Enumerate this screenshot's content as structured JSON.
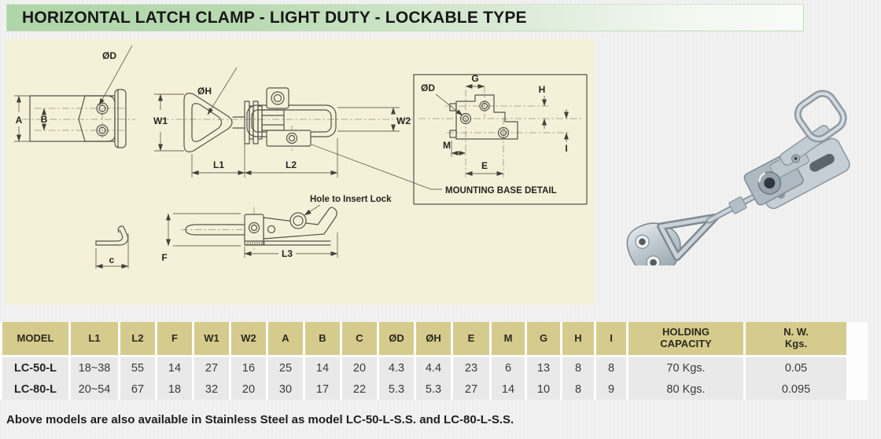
{
  "title": "HORIZONTAL LATCH CLAMP - LIGHT DUTY - LOCKABLE TYPE",
  "colors": {
    "title_green": "#afd5a8",
    "panel_cream": "#f5f1d8",
    "table_header_tan": "#d5cb8d",
    "table_row_gray": "#e9e9e9",
    "drawing_line": "#57524b"
  },
  "diagram": {
    "side_view": {
      "a": "A",
      "b": "B",
      "dia_d": "ØD"
    },
    "top_view": {
      "w1": "W1",
      "dia_h": "ØH",
      "w2": "W2",
      "l1": "L1",
      "l2": "L2"
    },
    "mounting_detail": {
      "dia_d": "ØD",
      "g": "G",
      "h": "H",
      "i": "I",
      "m": "M",
      "e": "E",
      "caption": "MOUNTING BASE DETAIL"
    },
    "lock_view": {
      "f": "F",
      "l3": "L3",
      "note": "Hole to Insert Lock"
    },
    "hook_plate": {
      "c": "c"
    }
  },
  "table": {
    "headers": [
      "MODEL",
      "L1",
      "L2",
      "F",
      "W1",
      "W2",
      "A",
      "B",
      "C",
      "ØD",
      "ØH",
      "E",
      "M",
      "G",
      "H",
      "I",
      "HOLDING CAPACITY",
      "N. W. Kgs."
    ],
    "rows": [
      {
        "cells": [
          "LC-50-L",
          "18~38",
          "55",
          "14",
          "27",
          "16",
          "25",
          "14",
          "20",
          "4.3",
          "4.4",
          "23",
          "6",
          "13",
          "8",
          "8",
          "70 Kgs.",
          "0.05"
        ]
      },
      {
        "cells": [
          "LC-80-L",
          "20~54",
          "67",
          "18",
          "32",
          "20",
          "30",
          "17",
          "22",
          "5.3",
          "5.3",
          "27",
          "14",
          "10",
          "8",
          "9",
          "80 Kgs.",
          "0.095"
        ]
      }
    ]
  },
  "footer_note": "Above models are also available in Stainless Steel as model LC-50-L-S.S. and LC-80-L-S.S."
}
